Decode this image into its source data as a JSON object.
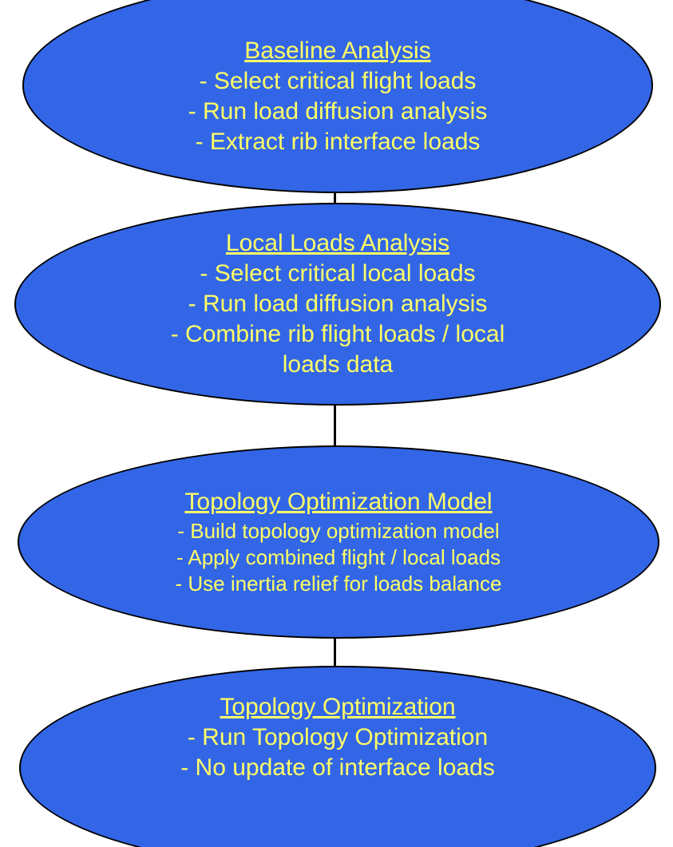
{
  "diagram": {
    "background_color": "#FFFFFF",
    "ellipse_fill_color": "#3366E6",
    "ellipse_stroke_color": "#000000",
    "text_color": "#FFFF66",
    "connector_color": "#000000",
    "nodes": [
      {
        "title": "Baseline Analysis",
        "lines": [
          "- Select critical flight loads",
          "- Run load diffusion analysis",
          "- Extract rib interface loads"
        ]
      },
      {
        "title": "Local Loads Analysis",
        "lines": [
          "- Select critical local loads",
          "- Run load diffusion analysis",
          "- Combine rib flight loads / local",
          "loads data"
        ]
      },
      {
        "title": "Topology Optimization Model",
        "lines": [
          "- Build topology optimization model",
          "- Apply combined flight / local loads",
          "- Use inertia relief for loads balance"
        ]
      },
      {
        "title": "Topology Optimization",
        "lines": [
          "- Run Topology Optimization",
          "- No update of interface loads"
        ]
      }
    ]
  }
}
